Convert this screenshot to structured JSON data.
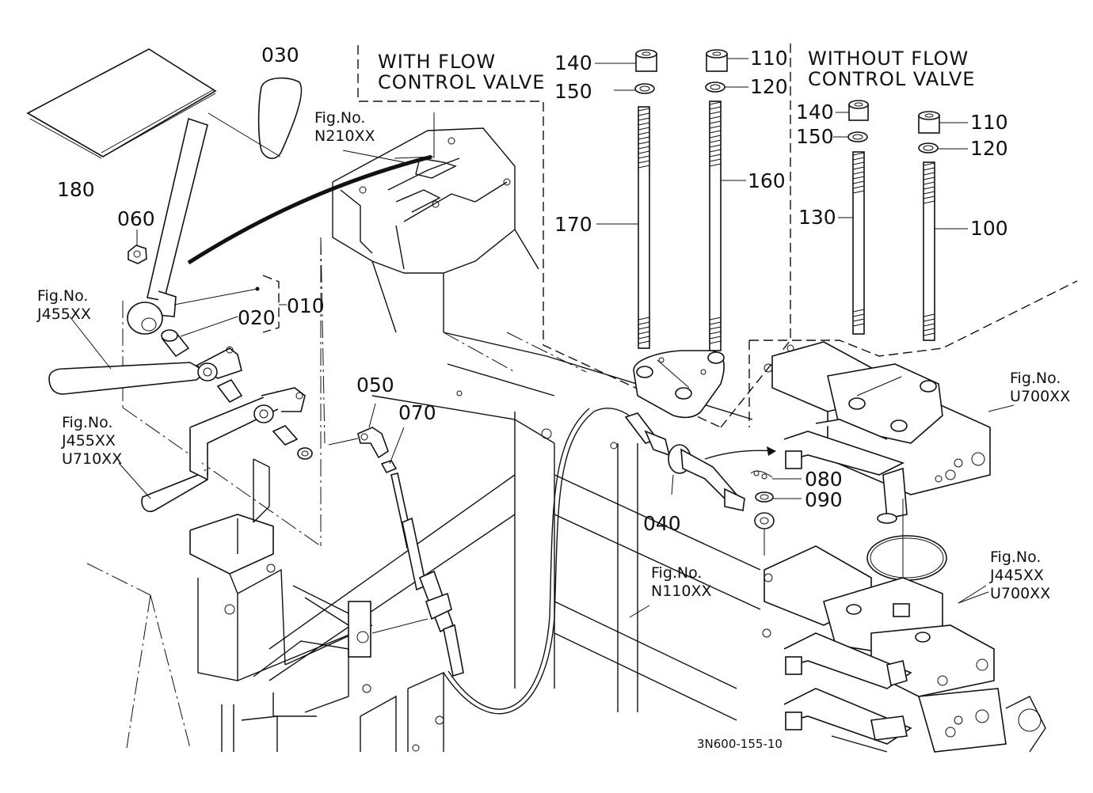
{
  "headers": {
    "with_flow": [
      "WITH FLOW",
      "CONTROL VALVE"
    ],
    "without_flow": [
      "WITHOUT FLOW",
      "CONTROL VALVE"
    ]
  },
  "parts": {
    "p010": "010",
    "p020": "020",
    "p030": "030",
    "p040": "040",
    "p050": "050",
    "p060": "060",
    "p070": "070",
    "p080": "080",
    "p090": "090",
    "p100": "100",
    "p110a": "110",
    "p110b": "110",
    "p120a": "120",
    "p120b": "120",
    "p130": "130",
    "p140a": "140",
    "p140b": "140",
    "p150a": "150",
    "p150b": "150",
    "p160": "160",
    "p170": "170",
    "p180": "180"
  },
  "figrefs": {
    "n210": [
      "Fig.No.",
      "N210XX"
    ],
    "j455": [
      "Fig.No.",
      "J455XX"
    ],
    "j455u710": [
      "Fig.No.",
      "J455XX",
      "U710XX"
    ],
    "u700": [
      "Fig.No.",
      "U700XX"
    ],
    "j445u700": [
      "Fig.No.",
      "J445XX",
      "U700XX"
    ],
    "n110": [
      "Fig.No.",
      "N110XX"
    ]
  },
  "drawing_code": "3N600-155-10"
}
